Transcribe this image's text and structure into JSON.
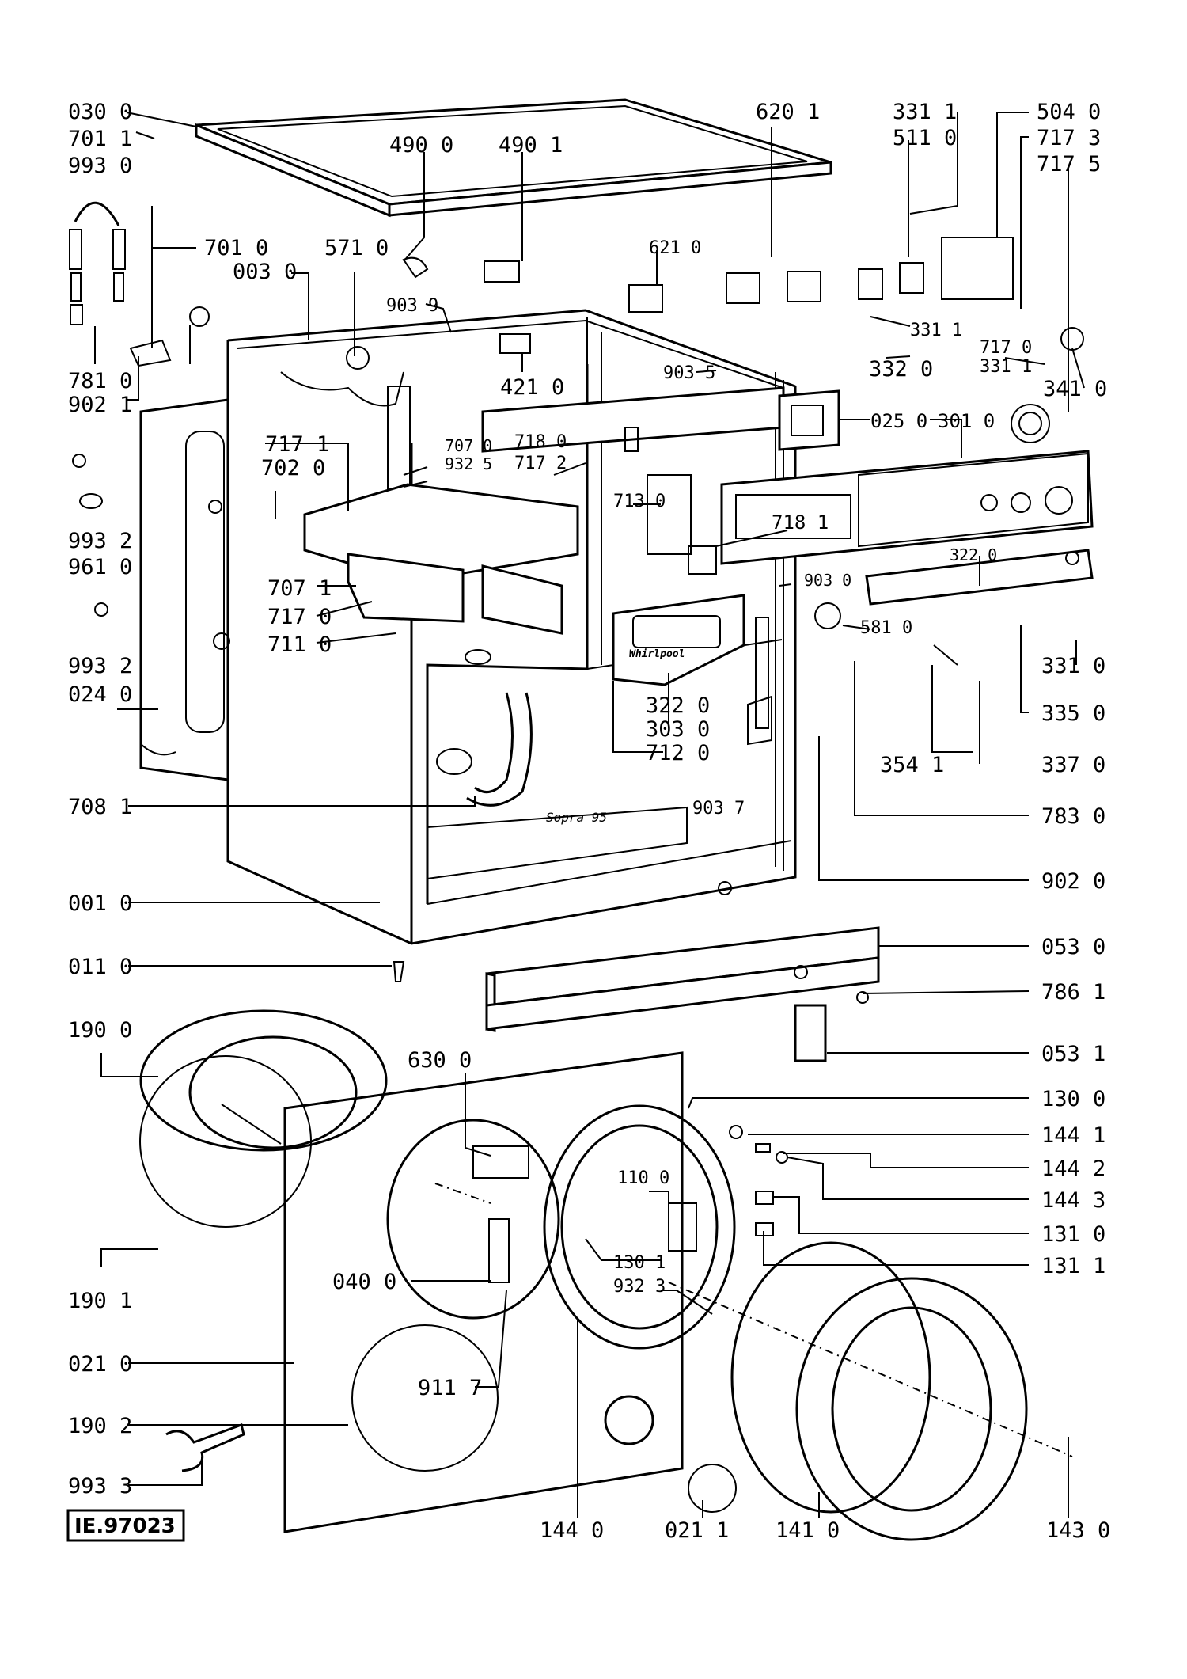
{
  "drawing_ref": "IE.97023",
  "parts": [
    {
      "id": "p030",
      "label": "030 0"
    },
    {
      "id": "p701a",
      "label": "701 1"
    },
    {
      "id": "p993a",
      "label": "993 0"
    },
    {
      "id": "p490a",
      "label": "490 0"
    },
    {
      "id": "p490b",
      "label": "490 1"
    },
    {
      "id": "p620",
      "label": "620 1"
    },
    {
      "id": "p331a",
      "label": "331 1"
    },
    {
      "id": "p511",
      "label": "511 0"
    },
    {
      "id": "p504",
      "label": "504 0"
    },
    {
      "id": "p717c",
      "label": "717 3"
    },
    {
      "id": "p717e",
      "label": "717 5"
    },
    {
      "id": "p701b",
      "label": "701 0"
    },
    {
      "id": "p003",
      "label": "003 0"
    },
    {
      "id": "p571",
      "label": "571 0"
    },
    {
      "id": "p621",
      "label": "621 0"
    },
    {
      "id": "p903a",
      "label": "903 9"
    },
    {
      "id": "p331b",
      "label": "331 1"
    },
    {
      "id": "p781",
      "label": "781 0"
    },
    {
      "id": "p902a",
      "label": "902 1"
    },
    {
      "id": "p421",
      "label": "421 0"
    },
    {
      "id": "p903b",
      "label": "903 5"
    },
    {
      "id": "p332",
      "label": "332 0"
    },
    {
      "id": "p717d",
      "label": "717 0"
    },
    {
      "id": "p331c",
      "label": "331 1"
    },
    {
      "id": "p341",
      "label": "341 0"
    },
    {
      "id": "p025",
      "label": "025 0"
    },
    {
      "id": "p301",
      "label": "301 0"
    },
    {
      "id": "p717a",
      "label": "717 1"
    },
    {
      "id": "p707a",
      "label": "707 0"
    },
    {
      "id": "p932a",
      "label": "932 5"
    },
    {
      "id": "p718a",
      "label": "718 0"
    },
    {
      "id": "p717b",
      "label": "717 2"
    },
    {
      "id": "p702",
      "label": "702 0"
    },
    {
      "id": "p993b",
      "label": "993 2"
    },
    {
      "id": "p961",
      "label": "961 0"
    },
    {
      "id": "p713",
      "label": "713 0"
    },
    {
      "id": "p718b",
      "label": "718 1"
    },
    {
      "id": "p322a",
      "label": "322 0"
    },
    {
      "id": "p707b",
      "label": "707 1"
    },
    {
      "id": "p717f",
      "label": "717 0"
    },
    {
      "id": "p711",
      "label": "711 0"
    },
    {
      "id": "p903c",
      "label": "903 0"
    },
    {
      "id": "p581",
      "label": "581 0"
    },
    {
      "id": "p993c",
      "label": "993 2"
    },
    {
      "id": "p024",
      "label": "024 0"
    },
    {
      "id": "p331d",
      "label": "331 0"
    },
    {
      "id": "p322b",
      "label": "322 0"
    },
    {
      "id": "p303",
      "label": "303 0"
    },
    {
      "id": "p712",
      "label": "712 0"
    },
    {
      "id": "p335",
      "label": "335 0"
    },
    {
      "id": "p354",
      "label": "354 1"
    },
    {
      "id": "p337",
      "label": "337 0"
    },
    {
      "id": "p708",
      "label": "708 1"
    },
    {
      "id": "p903d",
      "label": "903 7"
    },
    {
      "id": "p783",
      "label": "783 0"
    },
    {
      "id": "p902b",
      "label": "902 0"
    },
    {
      "id": "p001",
      "label": "001 0"
    },
    {
      "id": "p053a",
      "label": "053 0"
    },
    {
      "id": "p011",
      "label": "011 0"
    },
    {
      "id": "p786",
      "label": "786 1"
    },
    {
      "id": "p190a",
      "label": "190 0"
    },
    {
      "id": "p053b",
      "label": "053 1"
    },
    {
      "id": "p630",
      "label": "630 0"
    },
    {
      "id": "p130a",
      "label": "130 0"
    },
    {
      "id": "p144a",
      "label": "144 1"
    },
    {
      "id": "p110",
      "label": "110 0"
    },
    {
      "id": "p144b",
      "label": "144 2"
    },
    {
      "id": "p144c",
      "label": "144 3"
    },
    {
      "id": "p131a",
      "label": "131 0"
    },
    {
      "id": "p130b",
      "label": "130 1"
    },
    {
      "id": "p131b",
      "label": "131 1"
    },
    {
      "id": "p040",
      "label": "040 0"
    },
    {
      "id": "p932b",
      "label": "932 3"
    },
    {
      "id": "p190b",
      "label": "190 1"
    },
    {
      "id": "p021a",
      "label": "021 0"
    },
    {
      "id": "p911",
      "label": "911 7"
    },
    {
      "id": "p190c",
      "label": "190 2"
    },
    {
      "id": "p993d",
      "label": "993 3"
    },
    {
      "id": "p144d",
      "label": "144 0"
    },
    {
      "id": "p021b",
      "label": "021 1"
    },
    {
      "id": "p141",
      "label": "141 0"
    },
    {
      "id": "p143",
      "label": "143 0"
    }
  ],
  "logos": {
    "dispenser_brand": "Whirlpool",
    "cabinet_marking": "Sopra 95"
  }
}
